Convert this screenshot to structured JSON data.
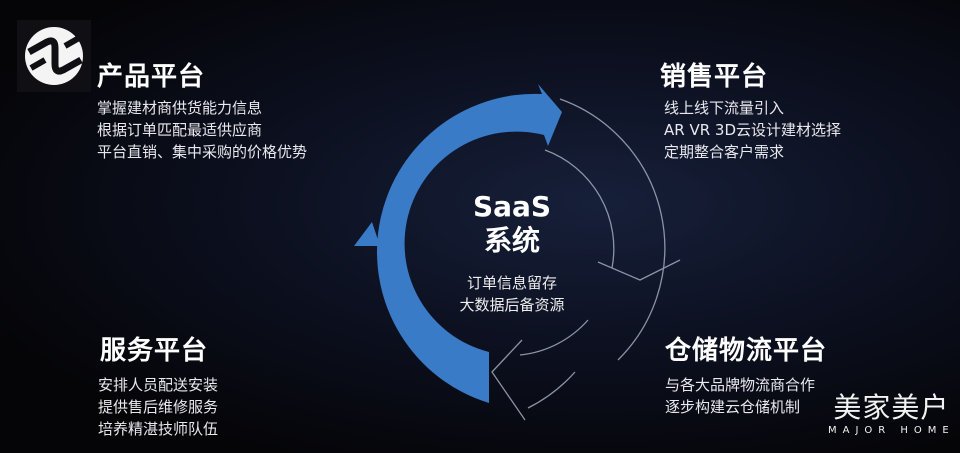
{
  "center": {
    "title": "SaaS",
    "subtitle": "系统",
    "lines": [
      "订单信息留存",
      "大数据后备资源"
    ]
  },
  "product": {
    "title": "产品平台",
    "lines": [
      "掌握建材商供货能力信息",
      "根据订单匹配最适供应商",
      "平台直销、集中采购的价格优势"
    ]
  },
  "sales": {
    "title": "销售平台",
    "lines": [
      "线上线下流量引入",
      "AR VR 3D云设计建材选择",
      "定期整合客户需求"
    ]
  },
  "service": {
    "title": "服务平台",
    "lines": [
      "安排人员配送安装",
      "提供售后维修服务",
      "培养精湛技师队伍"
    ]
  },
  "logistics": {
    "title": "仓储物流平台",
    "lines": [
      "与各大品牌物流商合作",
      "逐步构建云仓储机制"
    ]
  },
  "watermark": {
    "cn": "美家美户",
    "en": "MAJOR HOME"
  },
  "colors": {
    "arrow": "#3a7bc8",
    "outline": "#8a93a8"
  }
}
